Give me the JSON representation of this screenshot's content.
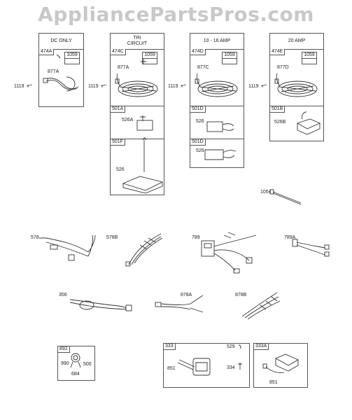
{
  "watermark": "AppliancePartsPros.com",
  "panels": {
    "dc_only": {
      "title": "DC ONLY",
      "part": "474A",
      "mini": "1059",
      "lead": "877A",
      "side": "1119"
    },
    "tri_circuit": {
      "title_line1": "TRI",
      "title_line2": "CIRCUIT",
      "part": "474C",
      "mini": "1059",
      "lead": "877A",
      "side": "1119",
      "rect1": "501A",
      "rect1_part": "526A",
      "rect2": "501F",
      "rect2_part": "526"
    },
    "amp_10_16": {
      "title": "10 - 16 AMP",
      "part": "474D",
      "mini": "1059",
      "lead": "877C",
      "side": "1119",
      "rect1": "501D",
      "rect1_part": "526",
      "rect2": "501D",
      "rect2_part": "526"
    },
    "amp_20": {
      "title": "20 AMP",
      "part": "474E",
      "mini": "1059",
      "lead": "877D",
      "side": "1119",
      "rect1": "501B",
      "rect1_part": "526B"
    }
  },
  "loose_parts": {
    "tie": "1054",
    "harness_578": "578",
    "harness_578b": "578B",
    "harness_789": "789",
    "harness_789a": "789A",
    "harness_356": "356",
    "harness_878a": "878A",
    "harness_878b": "878B"
  },
  "switch_box": {
    "tag": "892",
    "a": "990",
    "b": "500",
    "c": "684"
  },
  "coil_box": {
    "tag": "333",
    "lead": "851",
    "screw": "334",
    "clip": "529"
  },
  "coil_box_b": {
    "tag": "333A",
    "lead": "851"
  }
}
